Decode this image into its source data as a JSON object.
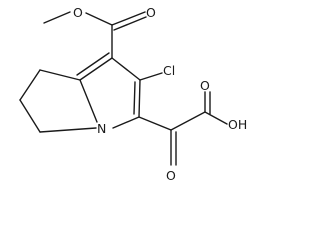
{
  "molecule": {
    "atoms": {
      "ester_o1": "O",
      "ester_o2": "O",
      "chlorine": "Cl",
      "ring_n": "N",
      "ketone_o": "O",
      "acid_o": "O",
      "acid_oh": "OH"
    }
  },
  "colors": {
    "ink": "#1a1a1a",
    "background": "#ffffff"
  }
}
